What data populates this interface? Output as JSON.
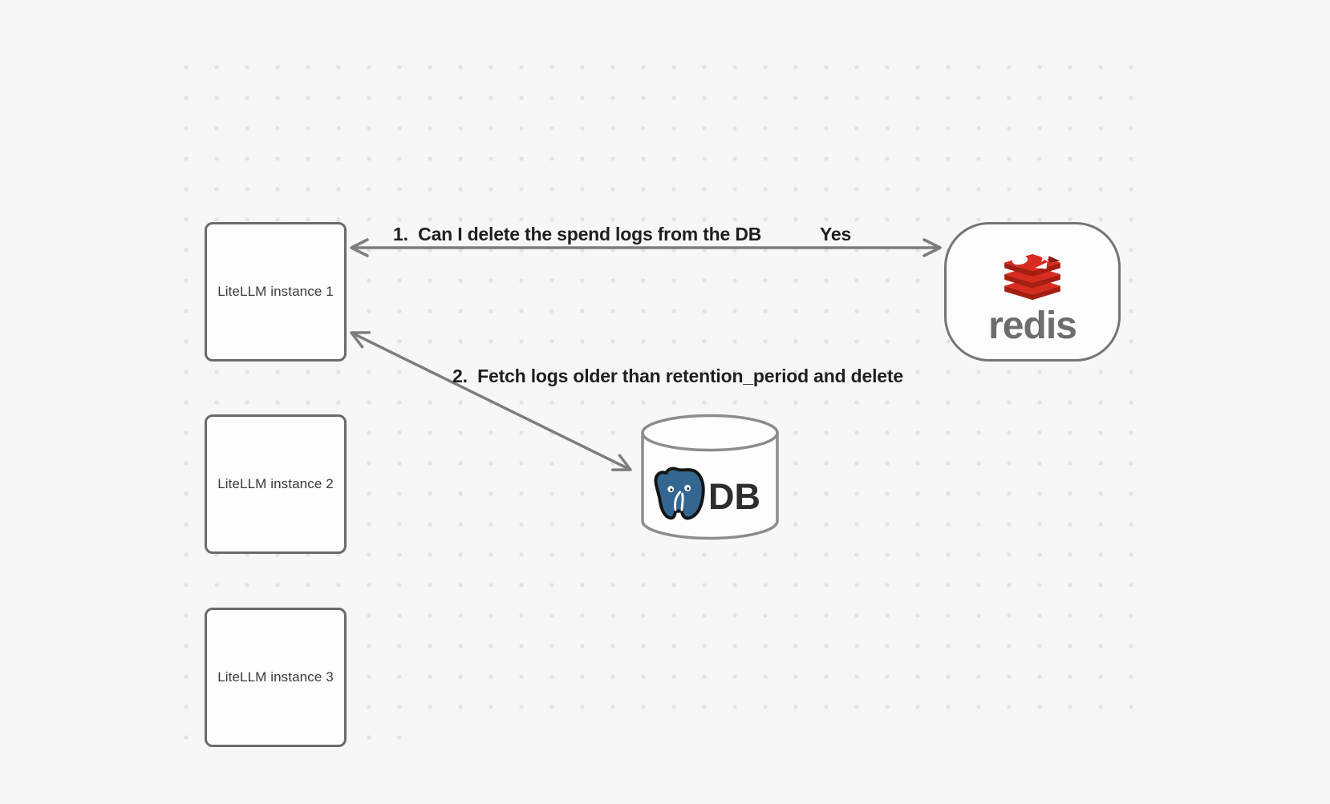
{
  "canvas": {
    "background": "#f7f7f7",
    "dot_color": "#e3e3e3"
  },
  "instances": [
    {
      "label": "LiteLLM instance 1"
    },
    {
      "label": "LiteLLM instance 2"
    },
    {
      "label": "LiteLLM instance 3"
    }
  ],
  "redis": {
    "wordmark": "redis",
    "logo_icon": "redis-stack-logo",
    "red": "#D82C20",
    "dark_red": "#A41E11",
    "wordmark_color": "#6d6d6d"
  },
  "db": {
    "label": "DB",
    "logo_icon": "postgresql-elephant",
    "blue": "#336791"
  },
  "arrows": {
    "spend_logs_question": {
      "label": "1.  Can I delete the spend logs from the DB",
      "answer": "Yes"
    },
    "fetch_delete": {
      "label": "2.  Fetch logs older than retention_period and delete"
    }
  }
}
